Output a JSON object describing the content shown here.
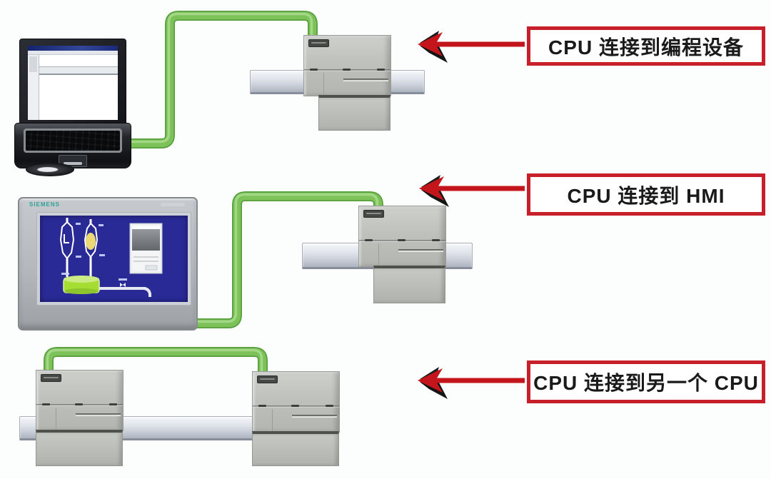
{
  "diagram": {
    "rows": [
      {
        "caption": "CPU 连接到编程设备",
        "source_device": "laptop-programming-device",
        "target_device": "cpu-module"
      },
      {
        "caption": "CPU 连接到 HMI",
        "source_device": "hmi-touch-panel",
        "target_device": "cpu-module"
      },
      {
        "caption": "CPU 连接到另一个 CPU",
        "source_device": "cpu-module",
        "target_device": "cpu-module"
      }
    ],
    "hmi": {
      "brand": "SIEMENS"
    },
    "colors": {
      "caption_border_red": "#c8202a",
      "arrow_red": "#c4151c",
      "cable_green": "#7cc258",
      "din_rail_gray": "#ccd1da",
      "plc_gray": "#bcbfba",
      "hmi_screen_blue": "#2a2a97",
      "brand_teal": "#2fa096",
      "background": "#fcfdfd"
    }
  }
}
